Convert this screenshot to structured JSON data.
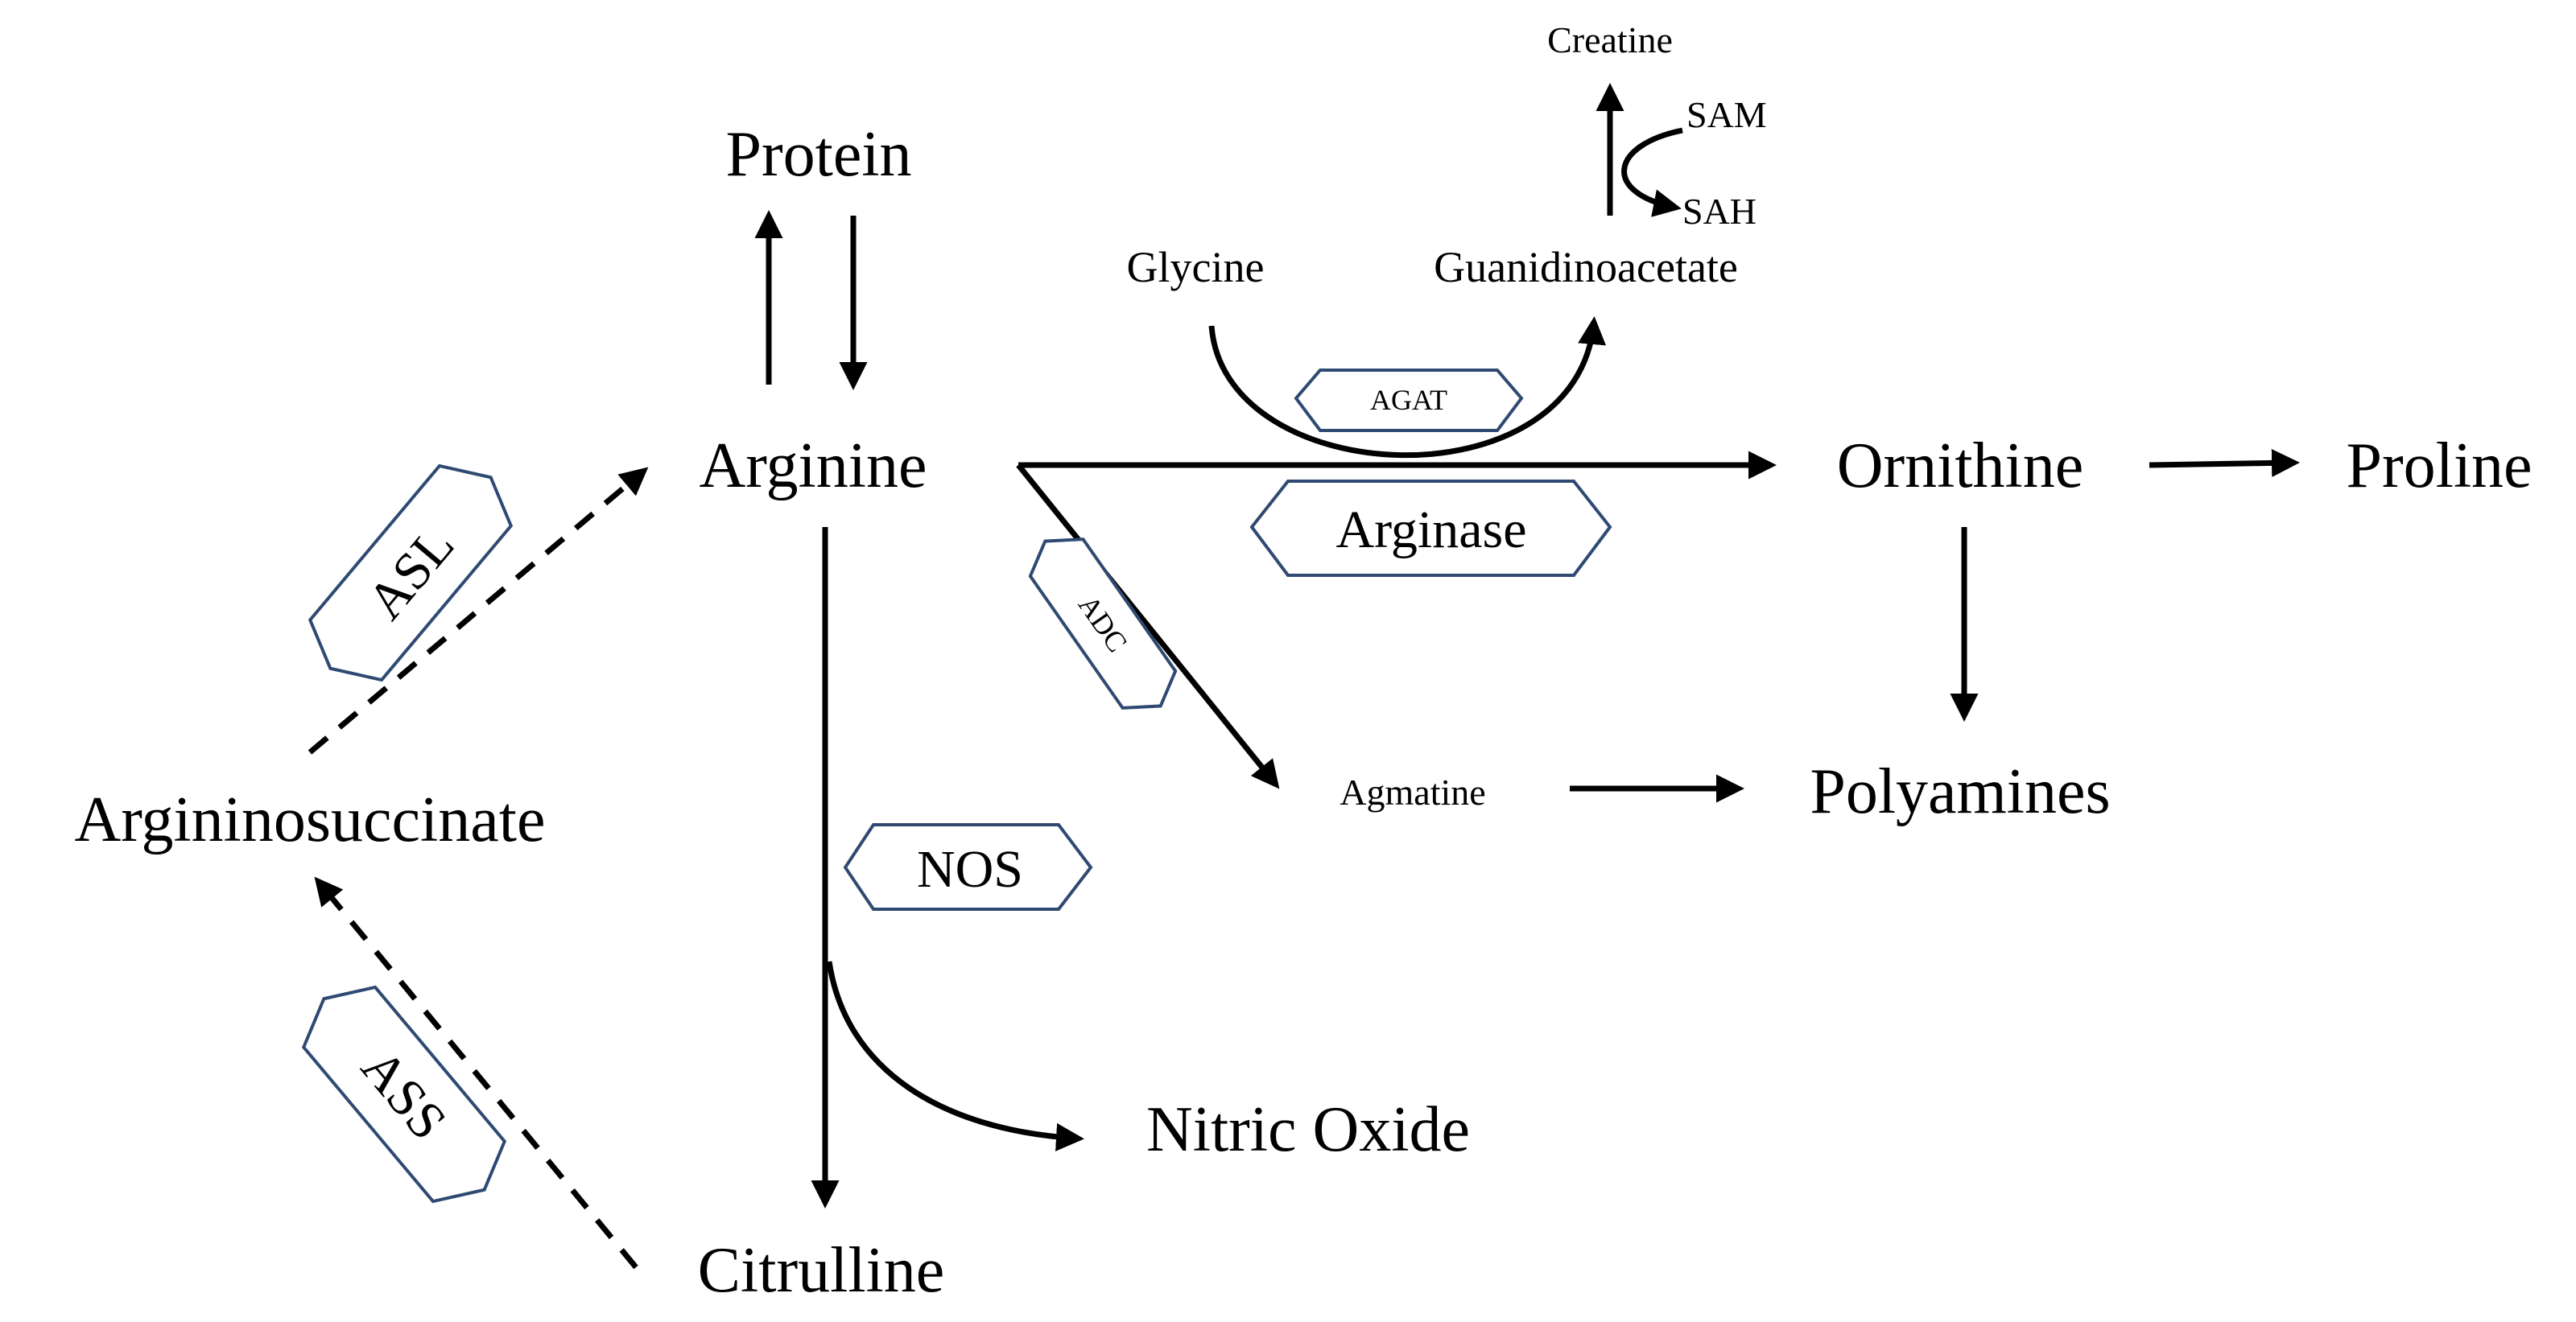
{
  "metabolites": {
    "protein": "Protein",
    "arginine": "Arginine",
    "creatine": "Creatine",
    "sam": "SAM",
    "sah": "SAH",
    "glycine": "Glycine",
    "guanidinoacetate": "Guanidinoacetate",
    "ornithine": "Ornithine",
    "proline": "Proline",
    "agmatine": "Agmatine",
    "polyamines": "Polyamines",
    "argininosuccinate": "Argininosuccinate",
    "nitric_oxide": "Nitric Oxide",
    "citrulline": "Citrulline"
  },
  "enzymes": {
    "agat": "AGAT",
    "arginase": "Arginase",
    "adc": "ADC",
    "nos": "NOS",
    "asl": "ASL",
    "ass": "ASS"
  }
}
